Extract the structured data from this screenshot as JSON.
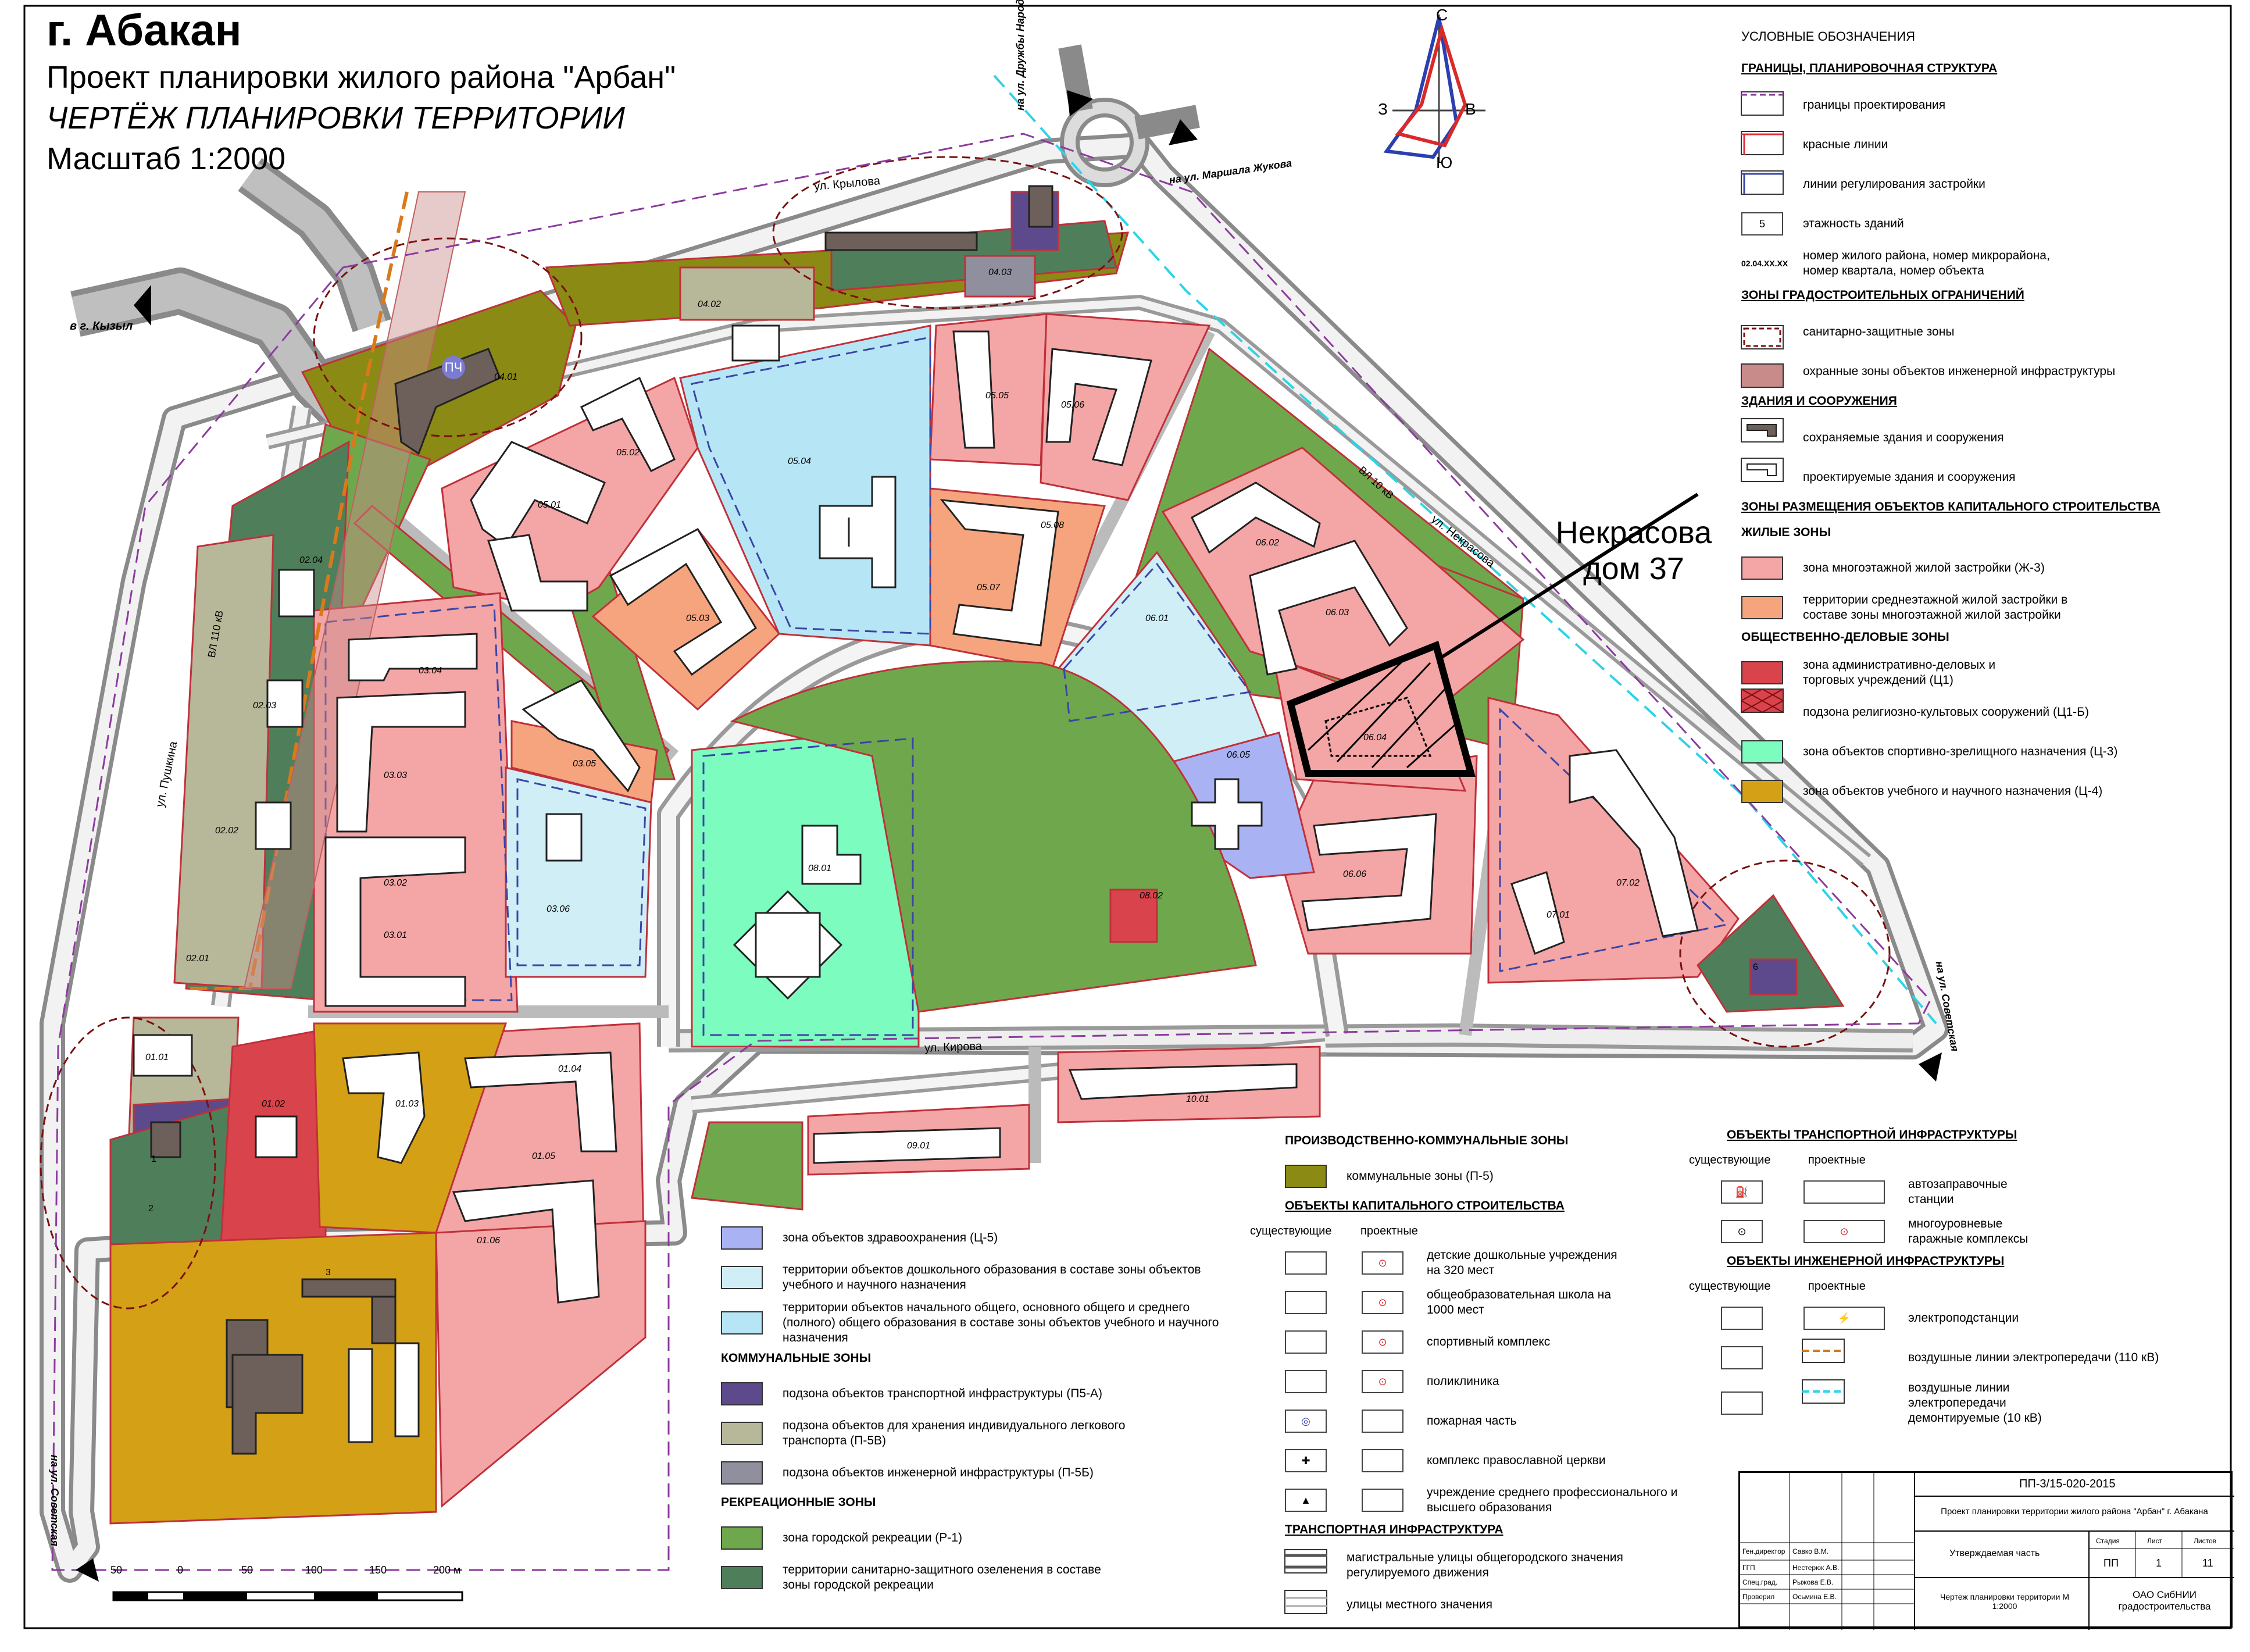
{
  "title": {
    "city": "г. Абакан",
    "project": "Проект планировки жилого района \"Арбан\"",
    "sheet": "ЧЕРТЁЖ ПЛАНИРОВКИ ТЕРРИТОРИИ",
    "scale": "Масштаб 1:2000"
  },
  "compass": {
    "n": "С",
    "s": "Ю",
    "w": "З",
    "e": "В"
  },
  "annotation": {
    "line1": "Некрасова",
    "line2": "дом 37"
  },
  "streets": {
    "krylova": "ул. Крылова",
    "kirova": "ул. Кирова",
    "nekrasova": "ул. Некрасова",
    "pushkina": "ул. Пушкина",
    "to_kyzyl": "в г. Кызыл",
    "to_druzhby": "на ул. Дружбы Народов",
    "to_zhukova": "на ул. Маршала Жукова",
    "to_sovetskaya_right": "на ул. Советская",
    "to_sovetskaya_left": "на ул. Советская",
    "vl110": "ВЛ 110 кВ",
    "vl10": "ВЛ 10 кВ"
  },
  "blocks": {
    "b0101": "01.01",
    "b0102": "01.02",
    "b0103": "01.03",
    "b0104": "01.04",
    "b0105": "01.05",
    "b0106": "01.06",
    "b0201": "02.01",
    "b0202": "02.02",
    "b0203": "02.03",
    "b0204": "02.04",
    "b0301": "03.01",
    "b0302": "03.02",
    "b0303": "03.03",
    "b0304": "03.04",
    "b0305": "03.05",
    "b0306": "03.06",
    "b0401": "04.01",
    "b0402": "04.02",
    "b0403": "04.03",
    "b0501": "05.01",
    "b0502": "05.02",
    "b0503": "05.03",
    "b0504": "05.04",
    "b0505": "05.05",
    "b0506": "05.06",
    "b0507": "05.07",
    "b0508": "05.08",
    "b0601": "06.01",
    "b0602": "06.02",
    "b0603": "06.03",
    "b0604": "06.04",
    "b0605": "06.05",
    "b0606": "06.06",
    "b0701": "07.01",
    "b0702": "07.02",
    "b0801": "08.01",
    "b0802": "08.02",
    "b0901": "09.01",
    "b1001": "10.01",
    "fire_station": "ПЧ",
    "num3": "3",
    "num1": "1",
    "num2": "2",
    "numC": "6"
  },
  "legend_right": {
    "title": "УСЛОВНЫЕ ОБОЗНАЧЕНИЯ",
    "h_boundaries": "ГРАНИЦЫ, ПЛАНИРОВОЧНАЯ СТРУКТУРА",
    "design_boundary": "границы проектирования",
    "red_lines": "красные линии",
    "building_lines": "линии регулирования застройки",
    "floors": "этажность зданий",
    "floors_sample": "5",
    "numbering_code": "02.04.XX.XX",
    "numbering": "номер жилого района, номер микрорайона, номер квартала, номер объекта",
    "h_restrictions": "ЗОНЫ ГРАДОСТРОИТЕЛЬНЫХ ОГРАНИЧЕНИЙ",
    "sanitary": "санитарно-защитные зоны",
    "protected": "охранные зоны объектов инженерной инфраструктуры",
    "h_buildings": "ЗДАНИЯ И СООРУЖЕНИЯ",
    "kept": "сохраняемые здания и сооружения",
    "planned": "проектируемые здания и сооружения",
    "h_capital": "ЗОНЫ РАЗМЕЩЕНИЯ ОБЪЕКТОВ КАПИТАЛЬНОГО СТРОИТЕЛЬСТВА",
    "h_residential": "ЖИЛЫЕ ЗОНЫ",
    "zh3": "зона многоэтажной жилой застройки (Ж-3)",
    "midrise": "территории среднеэтажной жилой застройки в составе зоны многоэтажной жилой застройки",
    "h_public": "ОБЩЕСТВЕННО-ДЕЛОВЫЕ ЗОНЫ",
    "c1": "зона административно-деловых и торговых учреждений (Ц1)",
    "c1b": "подзона религиозно-культовых сооружений (Ц1-Б)",
    "c3": "зона объектов спортивно-зрелищного назначения (Ц-3)",
    "c4": "зона объектов учебного и научного назначения (Ц-4)"
  },
  "legend_left": {
    "c5": "зона объектов здравоохранения (Ц-5)",
    "preschool": "территории объектов дошкольного образования в составе зоны объектов учебного и научного назначения",
    "school": "территории объектов начального общего, основного общего и среднего (полного) общего образования в составе зоны объектов учебного и научного назначения",
    "h_communal": "КОММУНАЛЬНЫЕ ЗОНЫ",
    "p5a": "подзона объектов транспортной инфраструктуры (П5-А)",
    "p5v": "подзона объектов для хранения индивидуального легкового транспорта (П-5В)",
    "p5b": "подзона объектов инженерной инфраструктуры (П-5Б)",
    "h_recreation": "РЕКРЕАЦИОННЫЕ ЗОНЫ",
    "r1": "зона городской рекреации (Р-1)",
    "sanitary_green": "территории санитарно-защитного озеленения в составе зоны городской рекреации"
  },
  "legend_mid": {
    "h_industrial": "ПРОИЗВОДСТВЕННО-КОММУНАЛЬНЫЕ ЗОНЫ",
    "p5": "коммунальные зоны (П-5)",
    "h_capital_objects": "ОБЪЕКТЫ КАПИТАЛЬНОГО СТРОИТЕЛЬСТВА",
    "existing": "существующие",
    "planned": "проектные",
    "kindergarten": "детские дошкольные учреждения на 320 мест",
    "school": "общеобразовательная школа на 1000 мест",
    "sport": "спортивный комплекс",
    "clinic": "поликлиника",
    "fire": "пожарная часть",
    "church": "комплекс православной церкви",
    "college": "учреждение среднего профессионального и высшего образования",
    "h_transport": "ТРАНСПОРТНАЯ ИНФРАСТРУКТУРА",
    "main_streets": "магистральные улицы общегородского значения регулируемого движения",
    "local_streets": "улицы местного значения"
  },
  "legend_transport": {
    "h_transport_objects": "ОБЪЕКТЫ ТРАНСПОРТНОЙ ИНФРАСТРУКТУРЫ",
    "existing": "существующие",
    "planned": "проектные",
    "gas": "автозаправочные станции",
    "parking": "многоуровневые гаражные комплексы",
    "h_engineering": "ОБЪЕКТЫ ИНЖЕНЕРНОЙ ИНФРАСТРУКТУРЫ",
    "substation": "электроподстанции",
    "vl110": "воздушные линии электропередачи (110 кВ)",
    "vl10": "воздушные линии электропередачи демонтируемые (10 кВ)"
  },
  "scalebar": {
    "labels": [
      "50",
      "0",
      "50",
      "100",
      "150",
      "200 м"
    ]
  },
  "stamp": {
    "code": "ПП-3/15-020-2015",
    "project": "Проект планировки территории жилого района \"Арбан\" г. Абакана",
    "roles": [
      "Ген.директор",
      "ГГП",
      "Спец.град.",
      "Проверил"
    ],
    "names": [
      "Савко В.М.",
      "Нестерюк А.В.",
      "Рыжова Е.В.",
      "Осьмина Е.В."
    ],
    "approved": "Утверждаемая часть",
    "stage_h": "Стадия",
    "sheet_h": "Лист",
    "sheets_h": "Листов",
    "stage": "ПП",
    "sheet": "1",
    "sheets": "11",
    "drawing": "Чертеж планировки территории М 1:2000",
    "org": "ОАО СибНИИ градостроительства"
  },
  "colors": {
    "zh3": "#f4a5a5",
    "midrise": "#f6a47e",
    "c1": "#d9434b",
    "c1b": "#d9434b",
    "c3": "#7dfcc0",
    "c4": "#d4a015",
    "c5": "#a9b3f3",
    "preschool": "#cfeef6",
    "school": "#b6e6f5",
    "p5": "#8a8a14",
    "p5a": "#5c4a8c",
    "p5v": "#b7b79a",
    "p5b": "#8f8f9e",
    "r1": "#6fa84c",
    "sanitary_green": "#4f7f5a",
    "road": "#7d7d7d",
    "redline": "#e0303a"
  }
}
